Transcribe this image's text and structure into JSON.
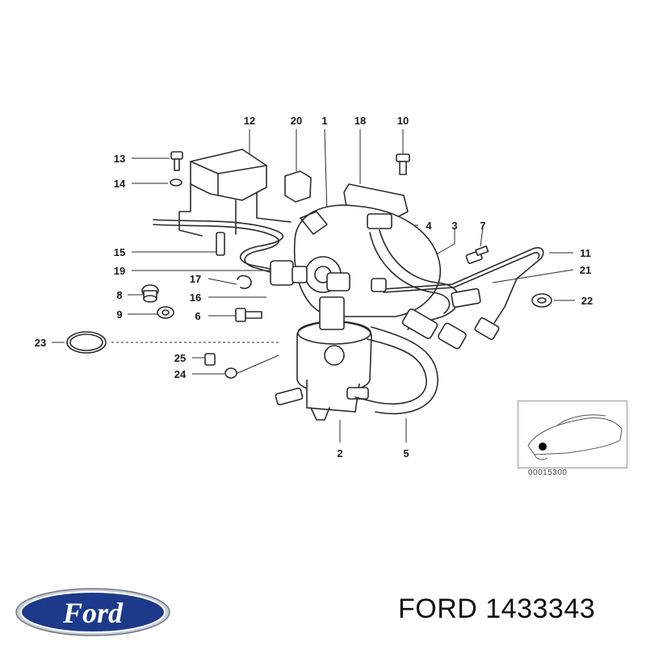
{
  "callouts": [
    {
      "id": "12",
      "label": "12"
    },
    {
      "id": "20",
      "label": "20"
    },
    {
      "id": "1",
      "label": "1"
    },
    {
      "id": "18",
      "label": "18"
    },
    {
      "id": "10",
      "label": "10"
    },
    {
      "id": "13",
      "label": "13"
    },
    {
      "id": "14",
      "label": "14"
    },
    {
      "id": "4",
      "label": "4"
    },
    {
      "id": "3",
      "label": "3"
    },
    {
      "id": "7",
      "label": "7"
    },
    {
      "id": "15",
      "label": "15"
    },
    {
      "id": "11",
      "label": "11"
    },
    {
      "id": "19",
      "label": "19"
    },
    {
      "id": "21",
      "label": "21"
    },
    {
      "id": "17",
      "label": "17"
    },
    {
      "id": "8",
      "label": "8"
    },
    {
      "id": "16",
      "label": "16"
    },
    {
      "id": "22",
      "label": "22"
    },
    {
      "id": "9",
      "label": "9"
    },
    {
      "id": "6",
      "label": "6"
    },
    {
      "id": "23",
      "label": "23"
    },
    {
      "id": "25",
      "label": "25"
    },
    {
      "id": "24",
      "label": "24"
    },
    {
      "id": "2",
      "label": "2"
    },
    {
      "id": "5",
      "label": "5"
    }
  ],
  "inset": {
    "code": "00015300",
    "icon": "car-location-icon"
  },
  "brand": {
    "logo_text": "Ford",
    "logo_icon": "ford-oval-logo",
    "caption": "FORD 1433343",
    "oval_color": "#1d3a8a"
  }
}
